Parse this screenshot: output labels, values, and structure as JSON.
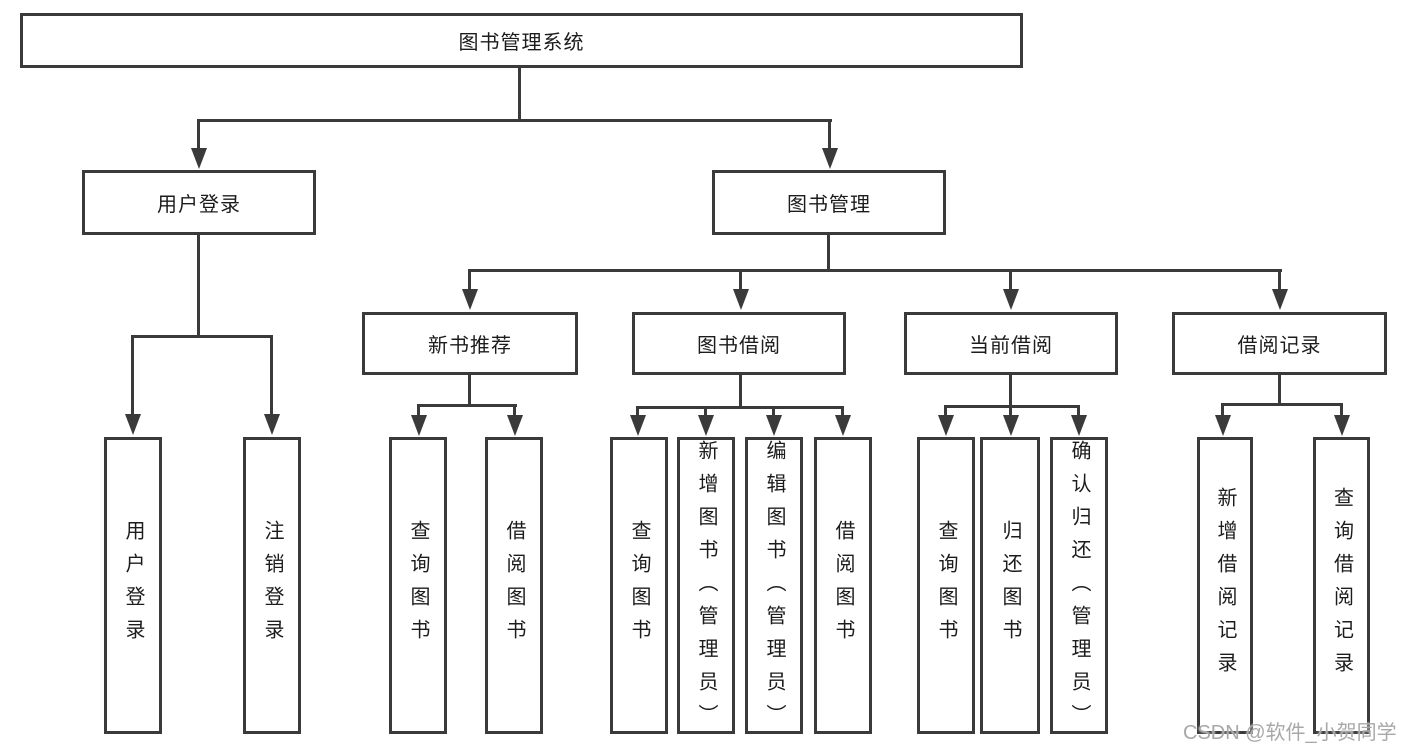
{
  "colors": {
    "line": "#3a3a3a",
    "text": "#1c1c1c",
    "watermark": "#a8a8a8",
    "background": "#ffffff"
  },
  "watermark": "CSDN @软件_小贺同学",
  "tree": {
    "root": {
      "label": "图书管理系统"
    },
    "branches": [
      {
        "label": "用户登录",
        "children": [
          {
            "label": "用户登录"
          },
          {
            "label": "注销登录"
          }
        ]
      },
      {
        "label": "图书管理",
        "children": [
          {
            "label": "新书推荐",
            "children": [
              {
                "label": "查询图书"
              },
              {
                "label": "借阅图书"
              }
            ]
          },
          {
            "label": "图书借阅",
            "children": [
              {
                "label": "查询图书"
              },
              {
                "label": "新增图书（管理员）"
              },
              {
                "label": "编辑图书（管理员）"
              },
              {
                "label": "借阅图书"
              }
            ]
          },
          {
            "label": "当前借阅",
            "children": [
              {
                "label": "查询图书"
              },
              {
                "label": "归还图书"
              },
              {
                "label": "确认归还（管理员）"
              }
            ]
          },
          {
            "label": "借阅记录",
            "children": [
              {
                "label": "新增借阅记录"
              },
              {
                "label": "查询借阅记录"
              }
            ]
          }
        ]
      }
    ]
  }
}
